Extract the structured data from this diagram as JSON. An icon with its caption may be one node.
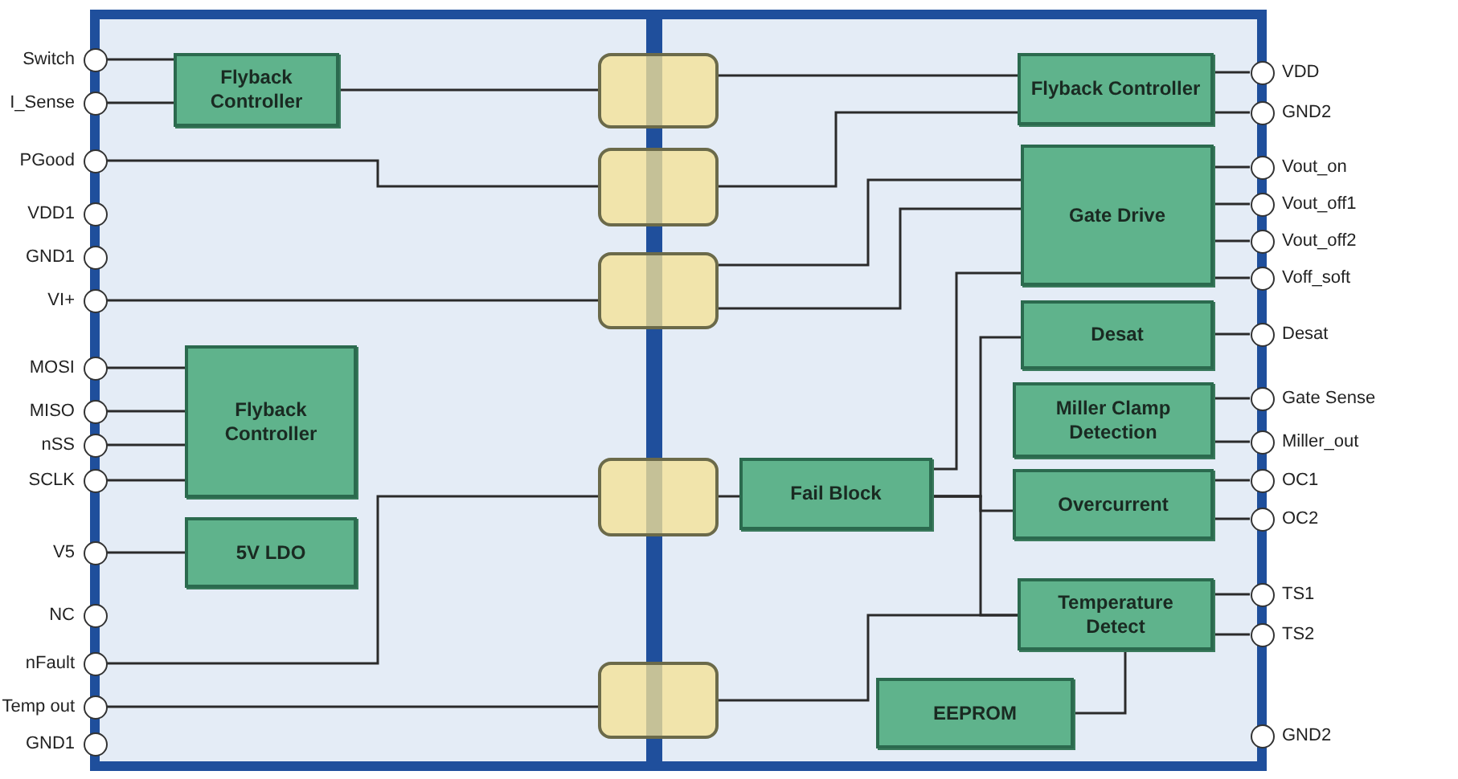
{
  "diagram": {
    "nodes": [
      {
        "text": [],
        "shape": "box"
      },
      {
        "text": [],
        "shape": "box"
      },
      {
        "text": [],
        "shape": "circle",
        "beside": [
          "Switch"
        ]
      },
      {
        "text": [],
        "shape": "circle",
        "beside": [
          "I_Sense"
        ]
      },
      {
        "text": [],
        "shape": "circle",
        "beside": [
          "PGood"
        ]
      },
      {
        "text": [],
        "shape": "circle",
        "beside": [
          "VDD1"
        ]
      },
      {
        "text": [],
        "shape": "circle",
        "beside": [
          "GND1"
        ]
      },
      {
        "text": [],
        "shape": "circle",
        "beside": [
          "VI+"
        ]
      },
      {
        "text": [],
        "shape": "circle",
        "beside": [
          "MOSI"
        ]
      },
      {
        "text": [],
        "shape": "circle",
        "beside": [
          "MISO"
        ]
      },
      {
        "text": [],
        "shape": "circle",
        "beside": [
          "nSS"
        ]
      },
      {
        "text": [],
        "shape": "circle",
        "beside": [
          "SCLK"
        ]
      },
      {
        "text": [],
        "shape": "circle",
        "beside": [
          "V5"
        ]
      },
      {
        "text": [],
        "shape": "circle",
        "beside": [
          "NC"
        ]
      },
      {
        "text": [],
        "shape": "circle",
        "beside": [
          "nFault"
        ]
      },
      {
        "text": [],
        "shape": "circle",
        "beside": [
          "Temp out"
        ]
      },
      {
        "text": [],
        "shape": "circle",
        "beside": [
          "GND1"
        ]
      },
      {
        "text": [
          "Flyback Controller"
        ],
        "in": 0
      },
      {
        "text": [
          "Flyback Controller"
        ],
        "in": 0
      },
      {
        "text": [
          "5V LDO"
        ],
        "in": 0
      },
      {
        "text": [],
        "shape": "box"
      },
      {
        "text": [],
        "shape": "box"
      },
      {
        "text": [],
        "shape": "box"
      },
      {
        "text": [],
        "shape": "box"
      },
      {
        "text": [],
        "shape": "box"
      },
      {
        "text": [
          "Flyback Controller"
        ],
        "in": 1
      },
      {
        "text": [
          "Gate Drive"
        ],
        "in": 1
      },
      {
        "text": [
          "Desat"
        ],
        "in": 1
      },
      {
        "text": [
          "Miller Clamp Detection"
        ],
        "in": 1
      },
      {
        "text": [
          "Overcurrent"
        ],
        "in": 1
      },
      {
        "text": [
          "Temperature Detect"
        ],
        "in": 1
      },
      {
        "text": [
          "EEPROM"
        ],
        "in": 1
      },
      {
        "text": [
          "Fail Block"
        ],
        "in": 1
      },
      {
        "text": [],
        "shape": "circle",
        "beside": [
          "VDD"
        ]
      },
      {
        "text": [],
        "shape": "circle",
        "beside": [
          "GND2"
        ]
      },
      {
        "text": [],
        "shape": "circle",
        "beside": [
          "Vout_on"
        ]
      },
      {
        "text": [],
        "shape": "circle",
        "beside": [
          "Vout_off1"
        ]
      },
      {
        "text": [],
        "shape": "circle",
        "beside": [
          "Vout_off2"
        ]
      },
      {
        "text": [],
        "shape": "circle",
        "beside": [
          "Voff_soft"
        ]
      },
      {
        "text": [],
        "shape": "circle",
        "beside": [
          "Desat"
        ]
      },
      {
        "text": [],
        "shape": "circle",
        "beside": [
          "Gate Sense"
        ]
      },
      {
        "text": [],
        "shape": "circle",
        "beside": [
          "Miller_out"
        ]
      },
      {
        "text": [],
        "shape": "circle",
        "beside": [
          "OC1"
        ]
      },
      {
        "text": [],
        "shape": "circle",
        "beside": [
          "OC2"
        ]
      },
      {
        "text": [],
        "shape": "circle",
        "beside": [
          "TS1"
        ]
      },
      {
        "text": [],
        "shape": "circle",
        "beside": [
          "TS2"
        ]
      },
      {
        "text": [],
        "shape": "circle",
        "beside": [
          "GND2"
        ]
      }
    ],
    "edges": [
      {
        "from": 2,
        "to": 17,
        "arrow": "none"
      },
      {
        "from": 3,
        "to": 17,
        "arrow": "none"
      },
      {
        "from": 17,
        "to": 20,
        "arrow": "none"
      },
      {
        "from": 4,
        "to": 21,
        "arrow": "none"
      },
      {
        "from": 7,
        "to": 22,
        "arrow": "none"
      },
      {
        "from": 8,
        "to": 18,
        "arrow": "none"
      },
      {
        "from": 9,
        "to": 18,
        "arrow": "none"
      },
      {
        "from": 10,
        "to": 18,
        "arrow": "none"
      },
      {
        "from": 11,
        "to": 18,
        "arrow": "none"
      },
      {
        "from": 12,
        "to": 19,
        "arrow": "none"
      },
      {
        "from": 14,
        "to": 23,
        "arrow": "none"
      },
      {
        "from": 15,
        "to": 24,
        "arrow": "none"
      },
      {
        "from": 20,
        "to": 25,
        "arrow": "none"
      },
      {
        "from": 21,
        "to": 25,
        "arrow": "none"
      },
      {
        "from": 22,
        "to": 26,
        "arrow": "none"
      },
      {
        "from": 22,
        "to": 26,
        "arrow": "none"
      },
      {
        "from": 26,
        "to": 32,
        "arrow": "none"
      },
      {
        "from": 23,
        "to": 32,
        "arrow": "none"
      },
      {
        "from": 32,
        "to": 27,
        "arrow": "none"
      },
      {
        "from": 32,
        "to": 29,
        "arrow": "none"
      },
      {
        "from": 32,
        "to": 30,
        "arrow": "none"
      },
      {
        "from": 24,
        "to": 30,
        "arrow": "none"
      },
      {
        "from": 31,
        "to": 30,
        "arrow": "none"
      },
      {
        "from": 25,
        "to": 33,
        "arrow": "none"
      },
      {
        "from": 25,
        "to": 34,
        "arrow": "none"
      },
      {
        "from": 26,
        "to": 35,
        "arrow": "none"
      },
      {
        "from": 26,
        "to": 36,
        "arrow": "none"
      },
      {
        "from": 26,
        "to": 37,
        "arrow": "none"
      },
      {
        "from": 26,
        "to": 38,
        "arrow": "none"
      },
      {
        "from": 27,
        "to": 39,
        "arrow": "none"
      },
      {
        "from": 28,
        "to": 40,
        "arrow": "none"
      },
      {
        "from": 28,
        "to": 41,
        "arrow": "none"
      },
      {
        "from": 29,
        "to": 42,
        "arrow": "none"
      },
      {
        "from": 29,
        "to": 43,
        "arrow": "none"
      },
      {
        "from": 30,
        "to": 44,
        "arrow": "none"
      },
      {
        "from": 30,
        "to": 45,
        "arrow": "none"
      }
    ]
  }
}
